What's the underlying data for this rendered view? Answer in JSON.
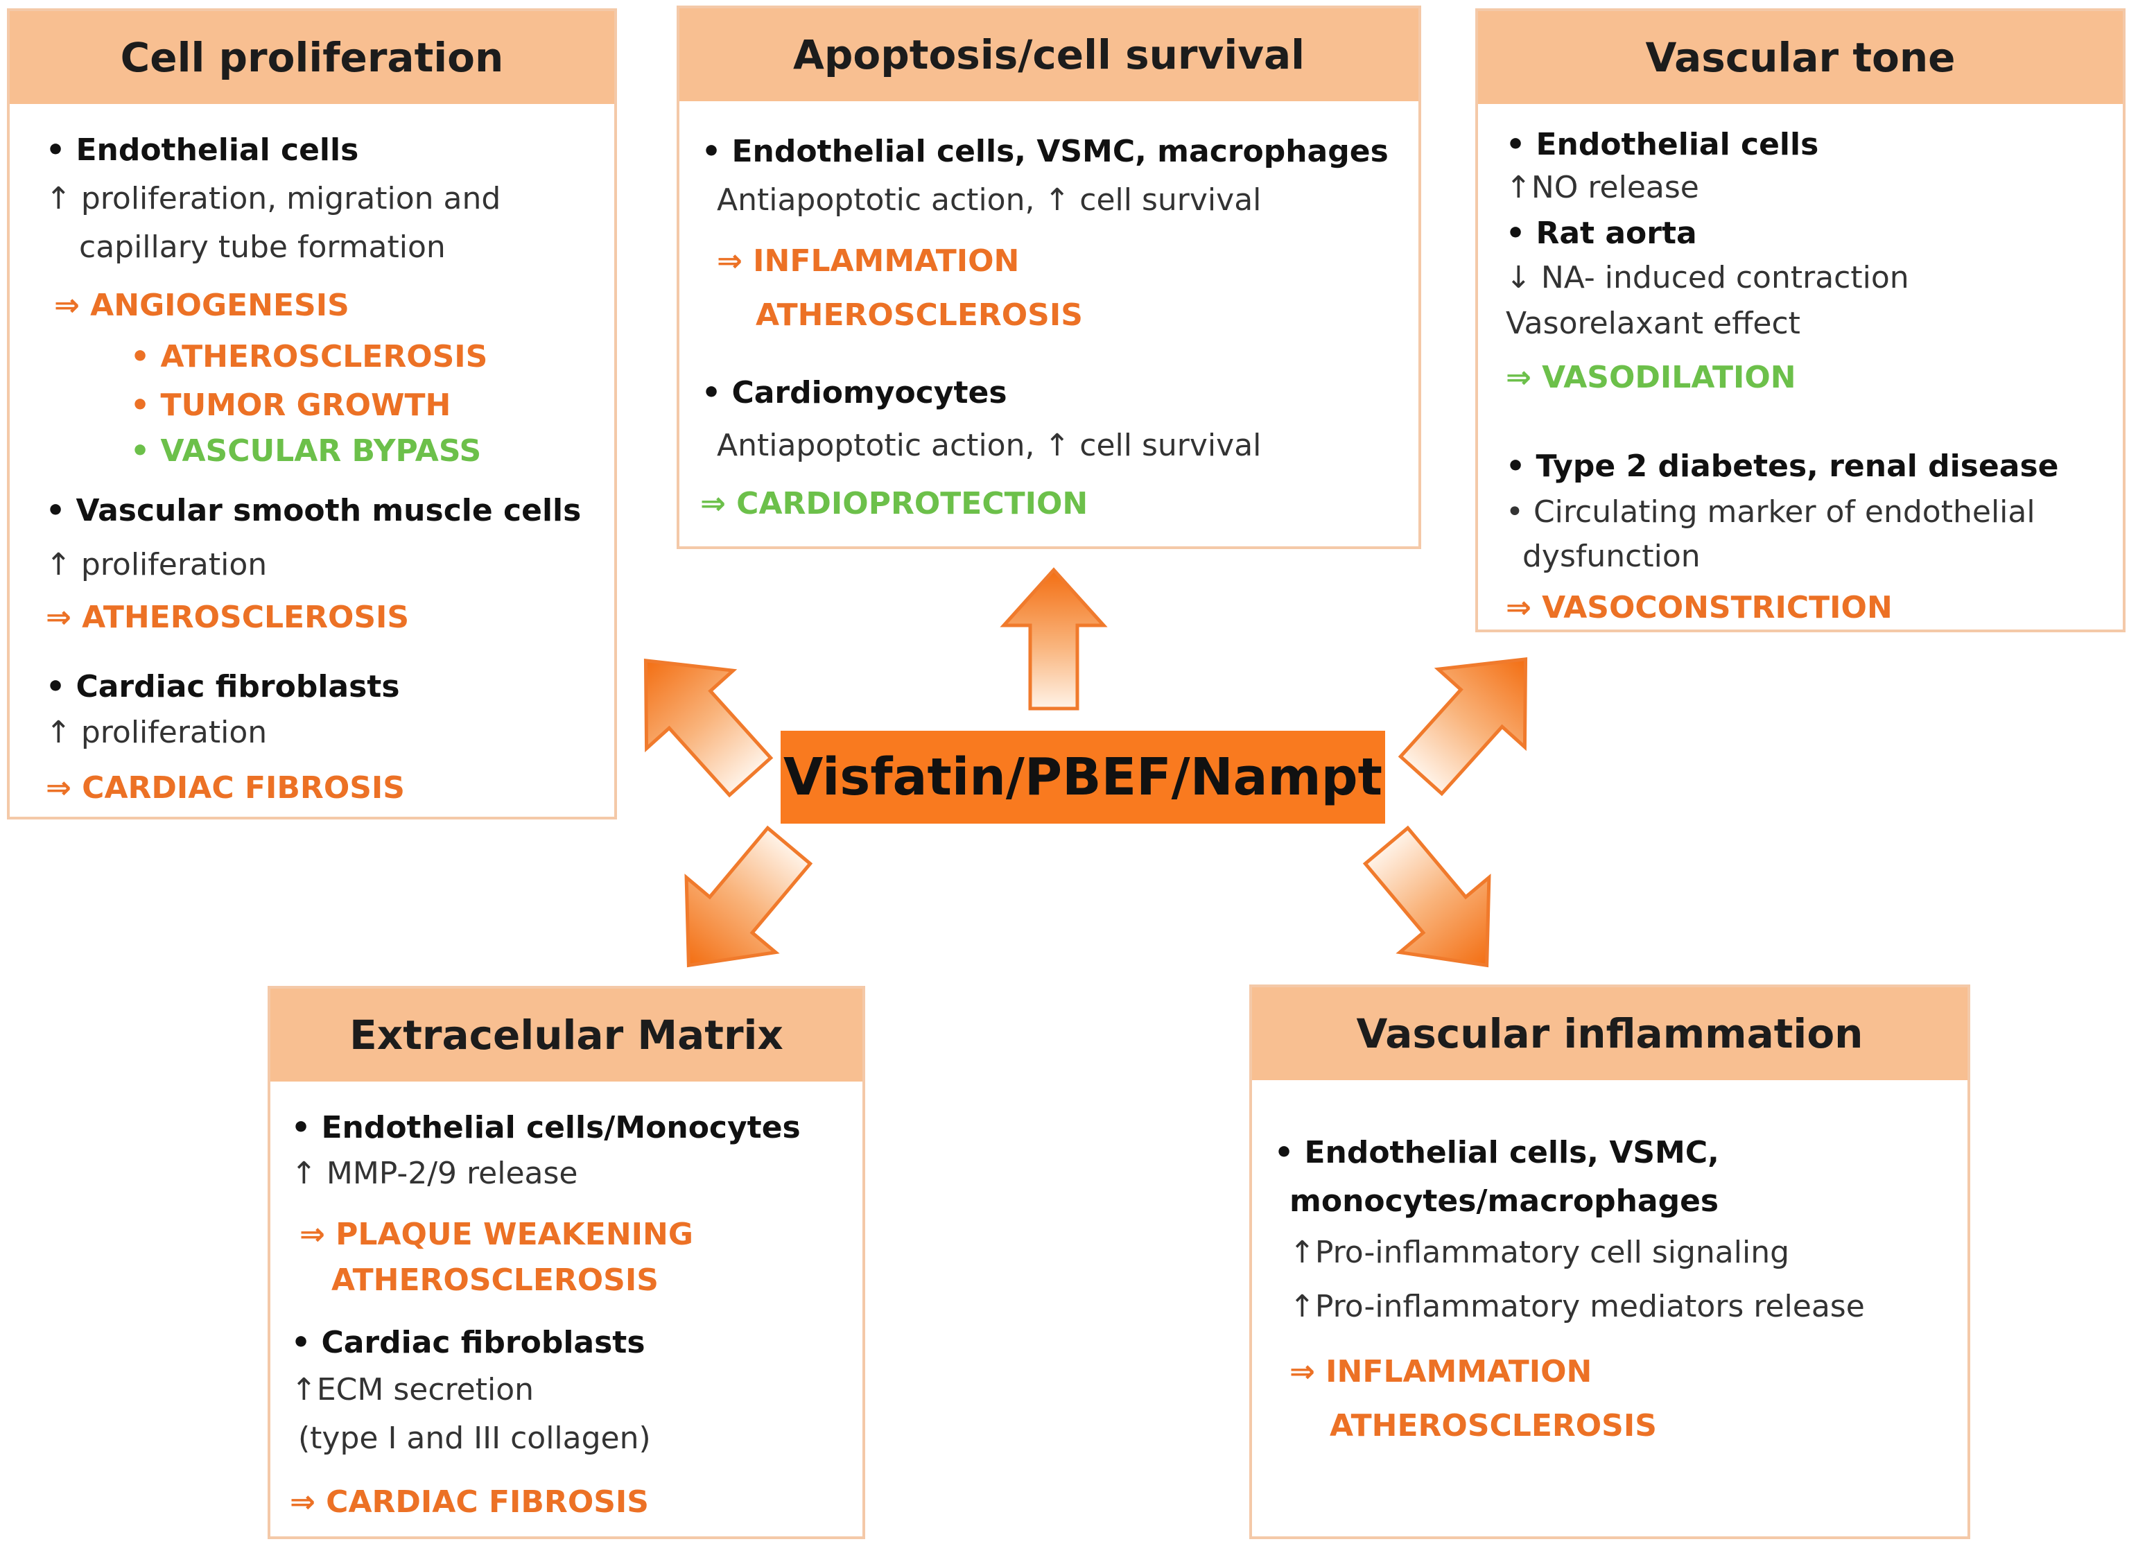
{
  "center": "Visfatin/PBEF/Nampt",
  "boxes": {
    "cell_proliferation": {
      "title": "Cell proliferation",
      "lines": [
        "• Endothelial cells",
        "↑ proliferation, migration and",
        "capillary tube formation",
        "⇒ ANGIOGENESIS",
        "• ATHEROSCLEROSIS",
        "• TUMOR GROWTH",
        "• VASCULAR BYPASS",
        "• Vascular smooth muscle cells",
        "↑ proliferation",
        "⇒ ATHEROSCLEROSIS",
        "• Cardiac fibroblasts",
        "↑ proliferation",
        "⇒ CARDIAC FIBROSIS"
      ]
    },
    "apoptosis": {
      "title": "Apoptosis/cell survival",
      "lines": [
        "• Endothelial cells, VSMC, macrophages",
        "Antiapoptotic action, ↑ cell survival",
        "⇒ INFLAMMATION",
        "ATHEROSCLEROSIS",
        "• Cardiomyocytes",
        "Antiapoptotic action, ↑ cell survival",
        "⇒ CARDIOPROTECTION"
      ]
    },
    "vascular_tone": {
      "title": "Vascular tone",
      "lines": [
        "• Endothelial cells",
        "↑NO release",
        "• Rat aorta",
        "↓ NA- induced contraction",
        "Vasorelaxant effect",
        "⇒ VASODILATION",
        "• Type 2 diabetes, renal disease",
        "• Circulating marker of endothelial",
        "dysfunction",
        "⇒ VASOCONSTRICTION"
      ]
    },
    "extracellular_matrix": {
      "title": "Extracelular Matrix",
      "lines": [
        "• Endothelial cells/Monocytes",
        "↑ MMP-2/9 release",
        "⇒ PLAQUE WEAKENING",
        "ATHEROSCLEROSIS",
        "• Cardiac fibroblasts",
        "↑ECM secretion",
        "(type I and III collagen)",
        "⇒ CARDIAC FIBROSIS"
      ]
    },
    "vascular_inflammation": {
      "title": "Vascular inflammation",
      "lines": [
        "• Endothelial cells, VSMC,",
        "monocytes/macrophages",
        "↑Pro-inflammatory cell signaling",
        "↑Pro-inflammatory mediators release",
        "⇒ INFLAMMATION",
        "ATHEROSCLEROSIS"
      ]
    }
  },
  "colors": {
    "header": "#f8bf91",
    "border": "#f4c9a8",
    "center": "#f97a1f",
    "orange_text": "#ec7125",
    "green_text": "#6cc04a"
  }
}
